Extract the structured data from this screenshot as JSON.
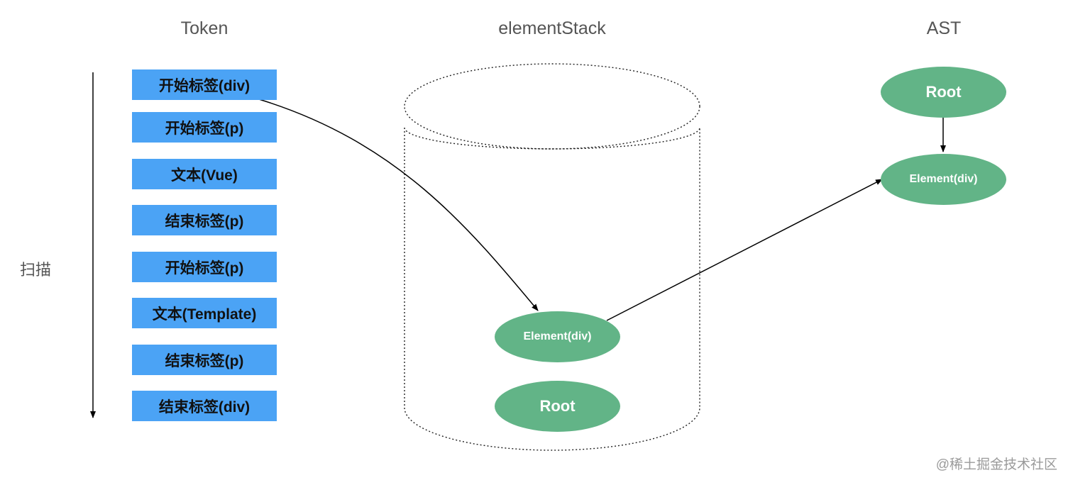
{
  "titles": {
    "token": "Token",
    "stack": "elementStack",
    "ast": "AST"
  },
  "scan_label": "扫描",
  "tokens": [
    "开始标签(div)",
    "开始标签(p)",
    "文本(Vue)",
    "结束标签(p)",
    "开始标签(p)",
    "文本(Template)",
    "结束标签(p)",
    "结束标签(div)"
  ],
  "stack_nodes": {
    "element": "Element(div)",
    "root": "Root"
  },
  "ast_nodes": {
    "root": "Root",
    "element": "Element(div)"
  },
  "watermark": "@稀土掘金技术社区",
  "colors": {
    "token_fill": "#4ba3f5",
    "node_fill": "#62b487",
    "arrow": "#000000"
  }
}
